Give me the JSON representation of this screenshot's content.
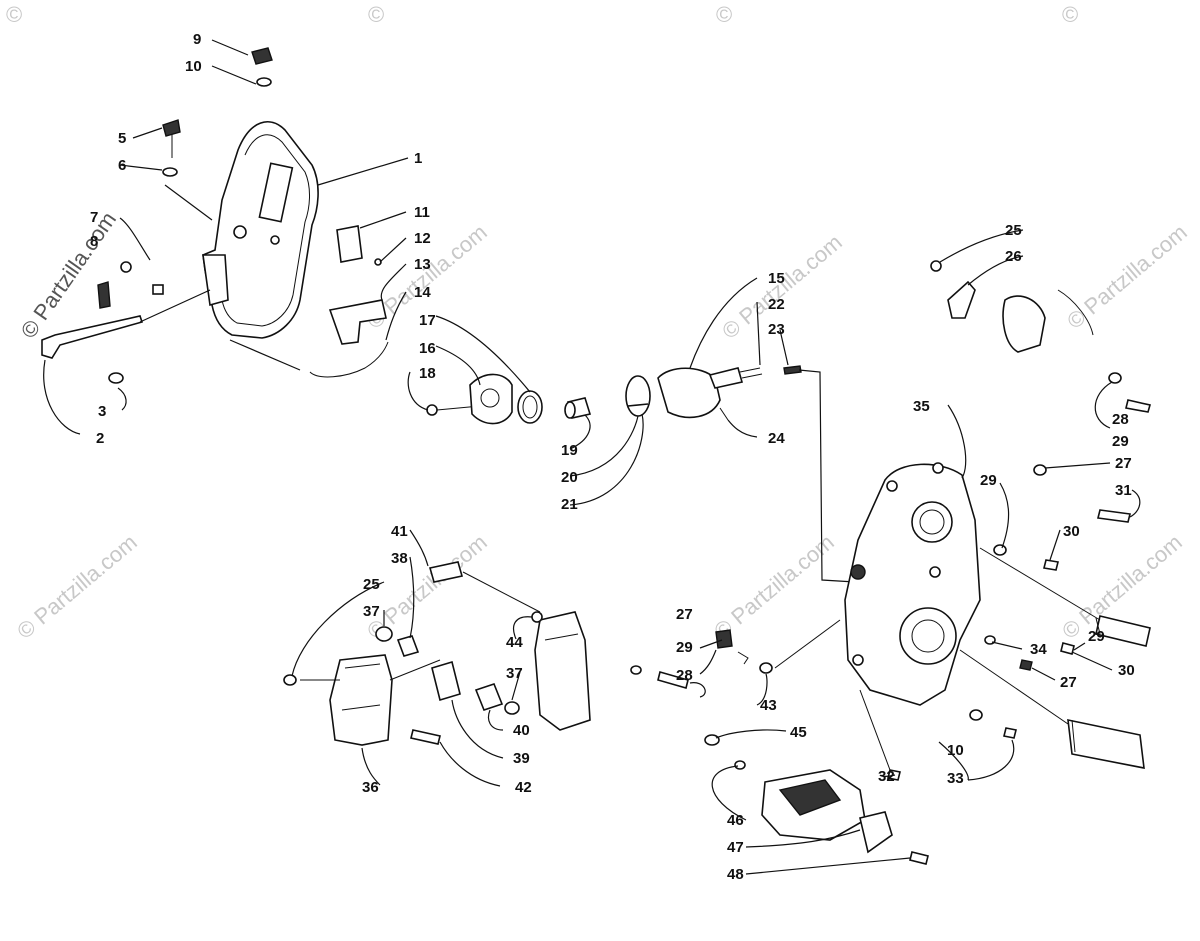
{
  "watermark": {
    "text": "© Partzilla.com",
    "corner_marks": [
      "©",
      "©",
      "©",
      "©"
    ]
  },
  "callouts": [
    {
      "id": "c1",
      "text": "1"
    },
    {
      "id": "c2",
      "text": "2"
    },
    {
      "id": "c3",
      "text": "3"
    },
    {
      "id": "c5",
      "text": "5"
    },
    {
      "id": "c6",
      "text": "6"
    },
    {
      "id": "c7",
      "text": "7"
    },
    {
      "id": "c8",
      "text": "8"
    },
    {
      "id": "c9",
      "text": "9"
    },
    {
      "id": "c10",
      "text": "10"
    },
    {
      "id": "c11",
      "text": "11"
    },
    {
      "id": "c12",
      "text": "12"
    },
    {
      "id": "c13",
      "text": "13"
    },
    {
      "id": "c14",
      "text": "14"
    },
    {
      "id": "c15",
      "text": "15"
    },
    {
      "id": "c16",
      "text": "16"
    },
    {
      "id": "c17",
      "text": "17"
    },
    {
      "id": "c18",
      "text": "18"
    },
    {
      "id": "c19",
      "text": "19"
    },
    {
      "id": "c20",
      "text": "20"
    },
    {
      "id": "c21",
      "text": "21"
    },
    {
      "id": "c22",
      "text": "22"
    },
    {
      "id": "c23",
      "text": "23"
    },
    {
      "id": "c24",
      "text": "24"
    },
    {
      "id": "c25a",
      "text": "25"
    },
    {
      "id": "c26",
      "text": "26"
    },
    {
      "id": "c28a",
      "text": "28"
    },
    {
      "id": "c29a",
      "text": "29"
    },
    {
      "id": "c35",
      "text": "35"
    },
    {
      "id": "c27a",
      "text": "27"
    },
    {
      "id": "c29b",
      "text": "29"
    },
    {
      "id": "c31",
      "text": "31"
    },
    {
      "id": "c30a",
      "text": "30"
    },
    {
      "id": "c41",
      "text": "41"
    },
    {
      "id": "c38",
      "text": "38"
    },
    {
      "id": "c25b",
      "text": "25"
    },
    {
      "id": "c37a",
      "text": "37"
    },
    {
      "id": "c44",
      "text": "44"
    },
    {
      "id": "c37b",
      "text": "37"
    },
    {
      "id": "c27b",
      "text": "27"
    },
    {
      "id": "c29c",
      "text": "29"
    },
    {
      "id": "c28b",
      "text": "28"
    },
    {
      "id": "c40",
      "text": "40"
    },
    {
      "id": "c39",
      "text": "39"
    },
    {
      "id": "c43",
      "text": "43"
    },
    {
      "id": "c36",
      "text": "36"
    },
    {
      "id": "c42",
      "text": "42"
    },
    {
      "id": "c34",
      "text": "34"
    },
    {
      "id": "c29d",
      "text": "29"
    },
    {
      "id": "c27c",
      "text": "27"
    },
    {
      "id": "c30b",
      "text": "30"
    },
    {
      "id": "c45",
      "text": "45"
    },
    {
      "id": "c32",
      "text": "32"
    },
    {
      "id": "c10b",
      "text": "10"
    },
    {
      "id": "c33",
      "text": "33"
    },
    {
      "id": "c46",
      "text": "46"
    },
    {
      "id": "c47",
      "text": "47"
    },
    {
      "id": "c48",
      "text": "48"
    }
  ]
}
